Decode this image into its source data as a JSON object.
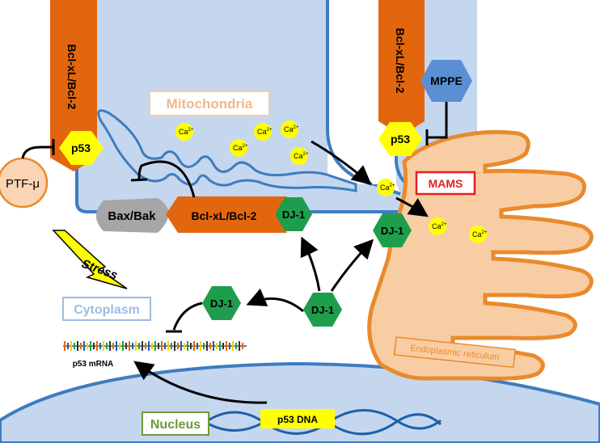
{
  "labels": {
    "mitochondria": "Mitochondria",
    "mams": "MAMS",
    "cytoplasm": "Cytoplasm",
    "nucleus": "Nucleus",
    "er": "Endoplasmic reticulum",
    "stress": "Stress",
    "ptf": "PTF-μ",
    "bax_bak": "Bax/Bak",
    "bcl_center": "Bcl-xL/Bcl-2",
    "bcl_left": "Bcl-xL/Bcl-2",
    "bcl_right": "Bcl-xL/Bcl-2",
    "p53_left": "p53",
    "p53_right": "p53",
    "mppe": "MPPE",
    "dj1_membrane": "DJ-1",
    "dj1_mams": "DJ-1",
    "dj1_center": "DJ-1",
    "dj1_left": "DJ-1",
    "p53_mrna": "p53 mRNA",
    "p53_dna": "p53 DNA",
    "ca_base": "Ca",
    "ca_sup": "2+"
  },
  "colors": {
    "mito_fill": "#c5d7ee",
    "mito_stroke": "#3d7cc0",
    "bcl_orange": "#e3660e",
    "p53_yellow": "#ffff00",
    "dj1_green": "#1e9e4d",
    "mppe_blue": "#5b8fd4",
    "er_fill": "#f9cda3",
    "er_stroke": "#e98a2e",
    "ptf_fill": "#fad4b3",
    "nucleus_fill": "#c5d7ee",
    "nucleus_stroke": "#3d7cc0",
    "mams_red": "#e02020",
    "cytoplasm_box": "#9dbde3",
    "nucleus_box": "#6d9a3a",
    "bax_gray": "#a6a6a6"
  }
}
